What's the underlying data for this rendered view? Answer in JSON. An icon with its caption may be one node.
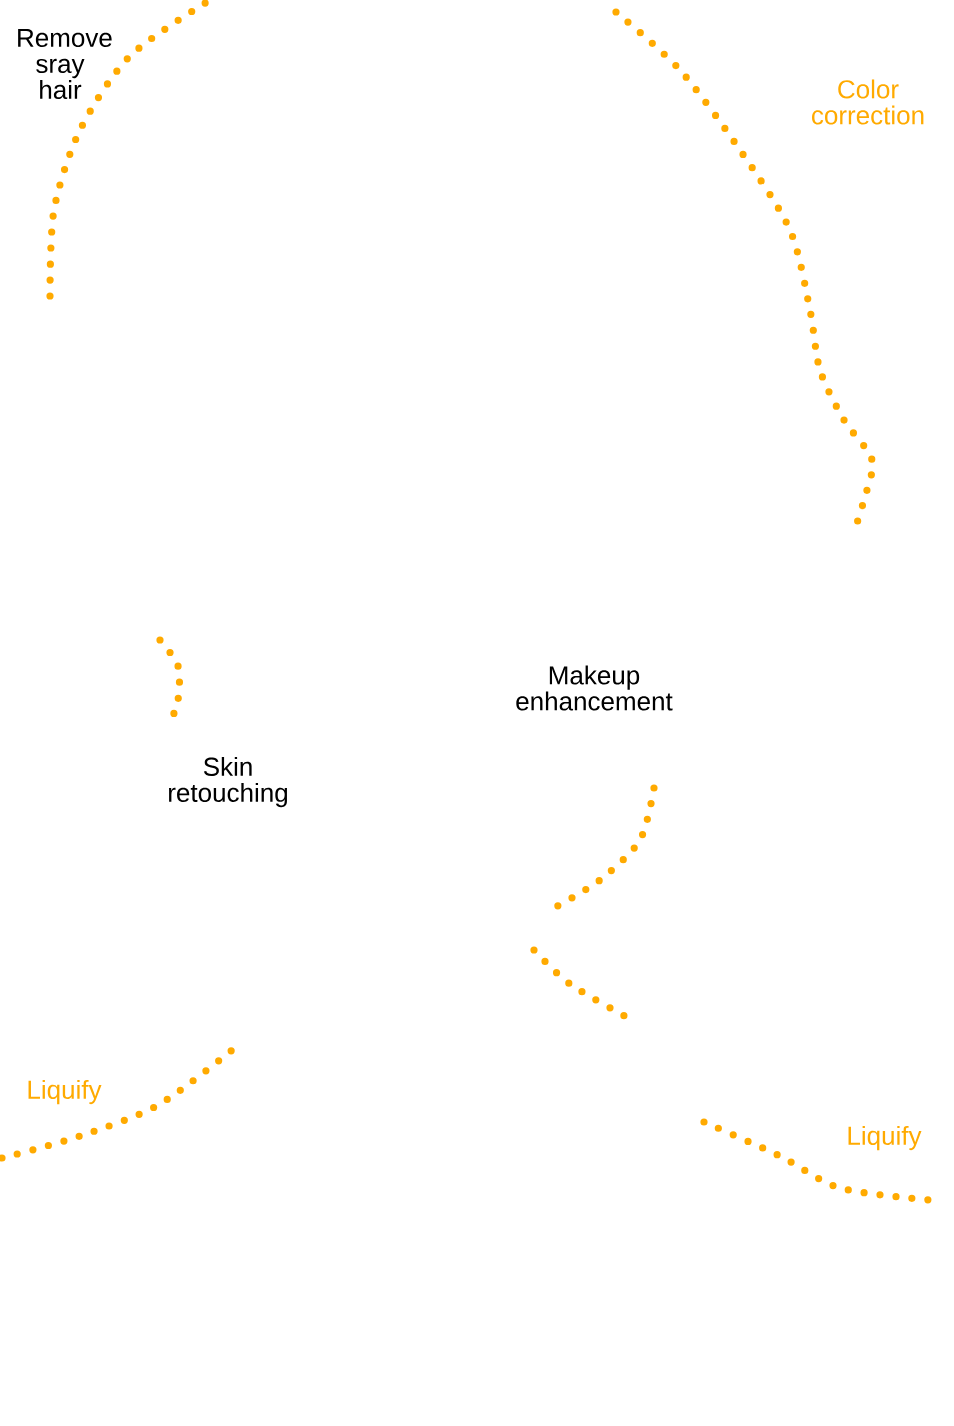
{
  "diagram": {
    "labels": [
      "Remove sray hair",
      "Color correction",
      "Makeup enhancement",
      "Skin retouching",
      "Liquify",
      "Liquify"
    ]
  }
}
